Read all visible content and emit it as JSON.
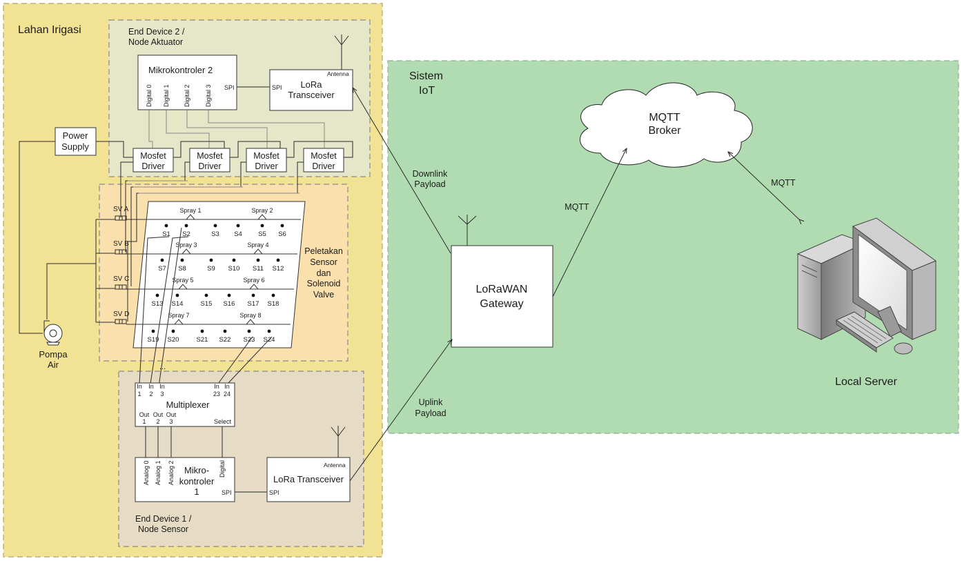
{
  "colors": {
    "lahan_bg": "#f2e394",
    "actuator_bg": "#e6e6c8",
    "sensor_bg": "#f9e0ad",
    "node_sensor_bg": "#e6dbc4",
    "iot_bg": "#b1dcb1",
    "border": "#8a8a8a"
  },
  "regions": {
    "lahan": "Lahan Irigasi",
    "actuator": [
      "End Device 2 /",
      "Node Aktuator"
    ],
    "node_sensor": [
      "End Device 1 /",
      "Node Sensor"
    ],
    "layout_label": [
      "Peletakan",
      "Sensor",
      "dan",
      "Solenoid",
      "Valve"
    ],
    "iot": [
      "Sistem",
      "IoT"
    ]
  },
  "actuator": {
    "mcu": "Mikrokontroler 2",
    "pins": [
      "Digital 0",
      "Digital 1",
      "Digital 2",
      "Digital 3"
    ],
    "spi": "SPI",
    "lora_antenna": "Antenna",
    "lora": [
      "LoRa",
      "Transceiver"
    ],
    "mosfet": [
      "Mosfet",
      "Driver"
    ]
  },
  "power_supply": [
    "Power",
    "Supply"
  ],
  "pump": [
    "Pompa",
    "Air"
  ],
  "solenoids": [
    "SV A",
    "SV B",
    "SV C",
    "SV D"
  ],
  "sprays": [
    "Spray 1",
    "Spray 2",
    "Spray 3",
    "Spray 4",
    "Spray 5",
    "Spray 6",
    "Spray 7",
    "Spray 8"
  ],
  "sensors": [
    "S1",
    "S2",
    "S3",
    "S4",
    "S5",
    "S6",
    "S7",
    "S8",
    "S9",
    "S10",
    "S11",
    "S12",
    "S13",
    "S14",
    "S15",
    "S16",
    "S17",
    "S18",
    "S19",
    "S20",
    "S21",
    "S22",
    "S23",
    "S24"
  ],
  "sensor_node": {
    "ellipsis": "...",
    "mux": "Multiplexer",
    "mux_in": [
      [
        "In",
        "1"
      ],
      [
        "In",
        "2"
      ],
      [
        "In",
        "3"
      ],
      [
        "In",
        "23"
      ],
      [
        "In",
        "24"
      ]
    ],
    "mux_out": [
      [
        "Out",
        "1"
      ],
      [
        "Out",
        "2"
      ],
      [
        "Out",
        "3"
      ]
    ],
    "mux_select": "Select",
    "mcu": [
      "Mikro-",
      "kontroler",
      "1"
    ],
    "mcu_pins": [
      "Analog 0",
      "Analog 1",
      "Analog 2",
      "Digital"
    ],
    "spi": "SPI",
    "lora_antenna": "Antenna",
    "lora": "LoRa Transceiver"
  },
  "iot": {
    "broker": [
      "MQTT",
      "Broker"
    ],
    "gateway": [
      "LoRaWAN",
      "Gateway"
    ],
    "server": "Local Server",
    "mqtt": "MQTT",
    "downlink": [
      "Downlink",
      "Payload"
    ],
    "uplink": [
      "Uplink",
      "Payload"
    ]
  }
}
